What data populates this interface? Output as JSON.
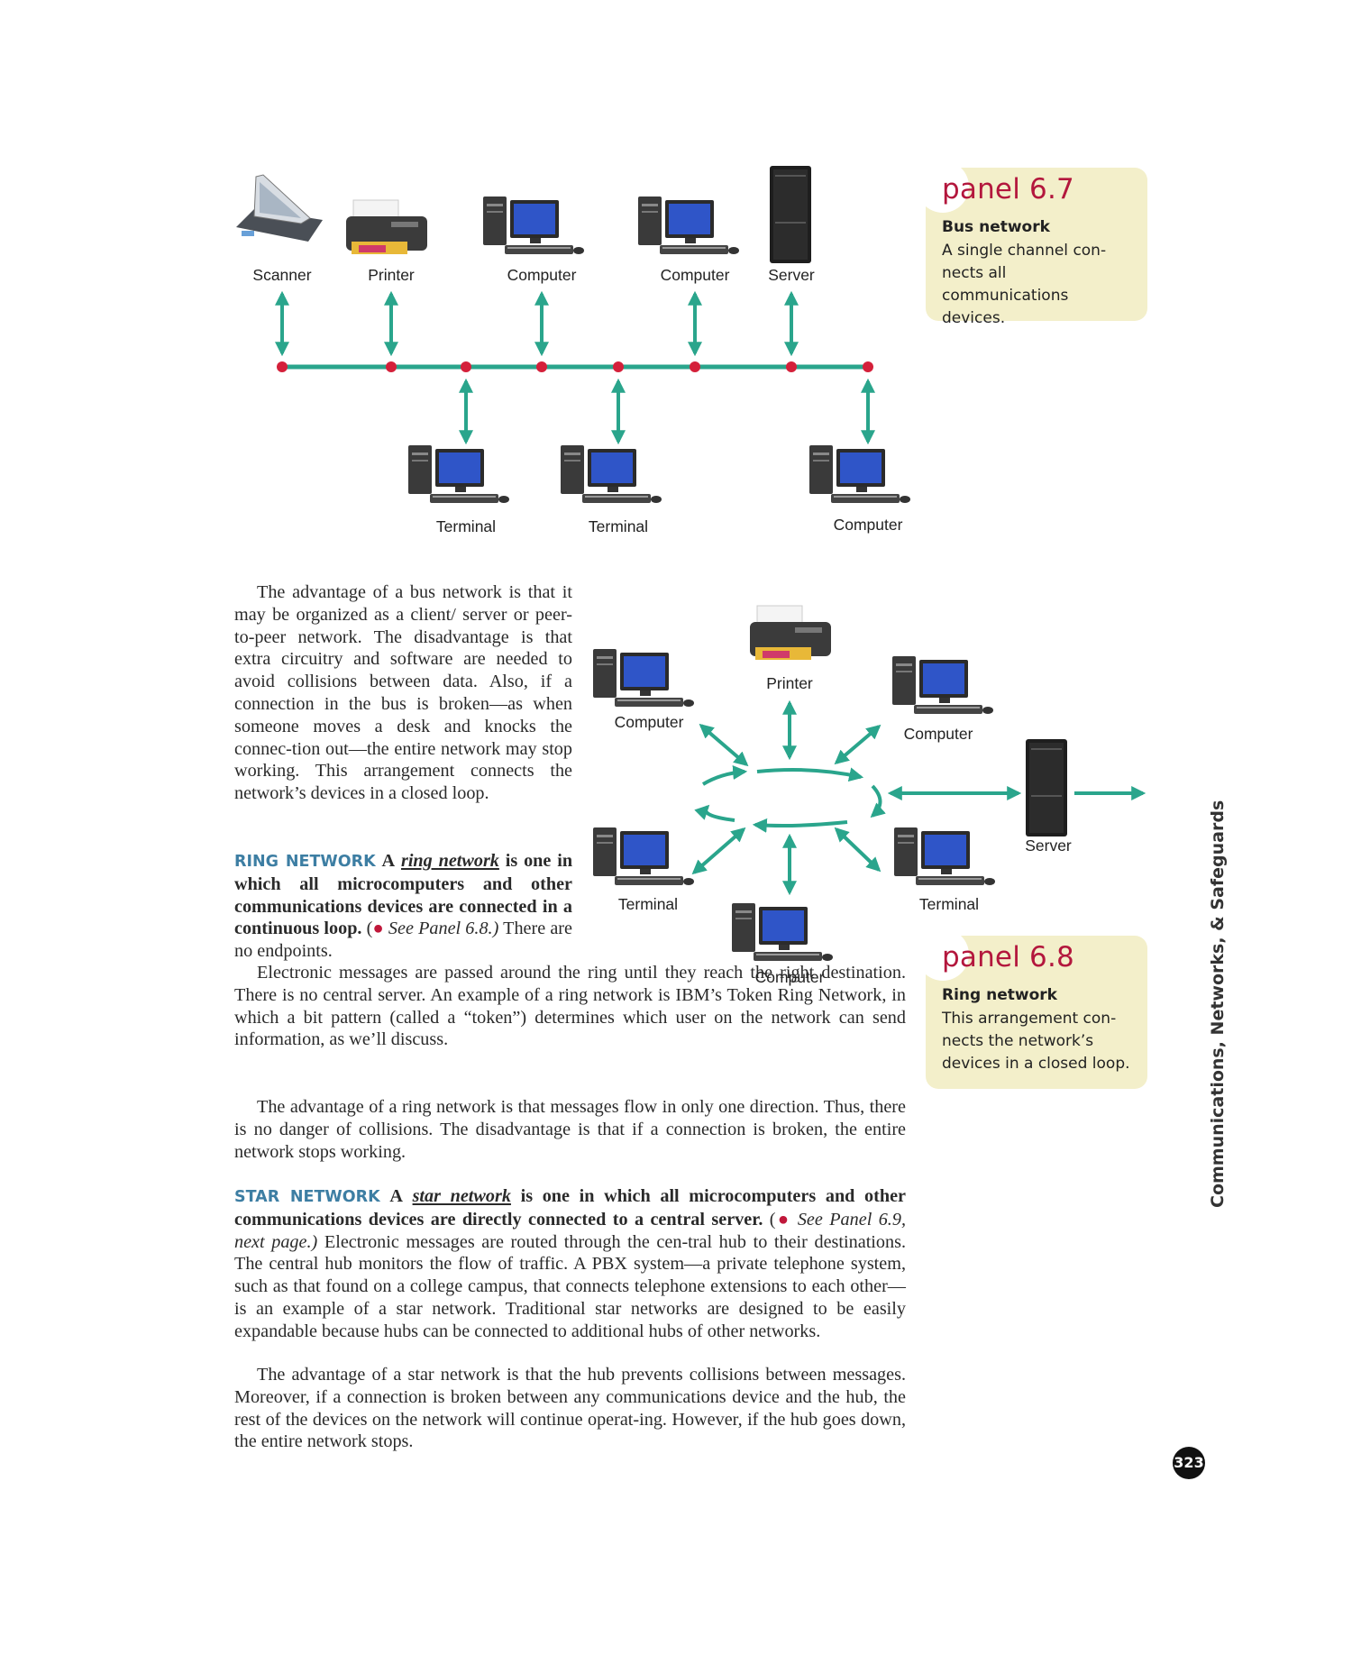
{
  "bus_diagram": {
    "top_labels": [
      "Scanner",
      "Printer",
      "Computer",
      "Computer",
      "Server"
    ],
    "bottom_labels": [
      "Terminal",
      "Terminal",
      "Computer"
    ]
  },
  "panel_6_7": {
    "title": "panel 6.7",
    "heading": "Bus network",
    "description": "A single channel con-nects all communications devices."
  },
  "ring_diagram": {
    "labels": {
      "printer": "Printer",
      "computer_left": "Computer",
      "computer_right": "Computer",
      "server": "Server",
      "terminal_left": "Terminal",
      "terminal_right": "Terminal",
      "computer_bottom": "Computer"
    }
  },
  "panel_6_8": {
    "title": "panel 6.8",
    "heading": "Ring network",
    "description": "This arrangement con-nects the network’s devices in a closed loop."
  },
  "body": {
    "p1": "The advantage of a bus network is that it may be organized as a client/ server or peer-to-peer network. The disadvantage is that extra circuitry and software are needed to avoid collisions between data. Also, if a connection in the bus is broken—as when someone moves a desk and knocks the connec-tion out—the entire network may stop working. This arrangement connects the network’s devices in a closed loop.",
    "ring_keyword": "RING NETWORK",
    "ring_a": "A",
    "ring_term": "ring network",
    "ring_def": "is one in which all microcomputers and other communications devices are connected in a continuous loop.",
    "ring_see": "See Panel 6.8.)",
    "ring_after": "There are no endpoints.",
    "p_ring2": "Electronic messages are passed around the ring until they reach the right destination. There is no central server. An example of a ring network is IBM’s Token Ring Network, in which a bit pattern (called a “token”) determines which user on the network can send information, as we’ll discuss.",
    "p_ring3": "The advantage of a ring network is that messages flow in only one direction. Thus, there is no danger of collisions. The disadvantage is that if a connection is broken, the entire network stops working.",
    "star_keyword": "STAR NETWORK",
    "star_a": "A",
    "star_term": "star network",
    "star_def": "is one in which all microcomputers and other communications devices are directly connected to a central server.",
    "star_see": "See Panel 6.9, next page.)",
    "star_after": "Electronic messages are routed through the cen-tral hub to their destinations. The central hub monitors the flow of traffic. A PBX system—a private telephone system, such as that found on a college campus, that connects telephone extensions to each other—is an example of a star network. Traditional star networks are designed to be easily expandable because hubs can be connected to additional hubs of other networks.",
    "p_star2": "The advantage of a star network is that the hub prevents collisions between messages. Moreover, if a connection is broken between any communications device and the hub, the rest of the devices on the network will continue operat-ing. However, if the hub goes down, the entire network stops."
  },
  "chapter_title": "Communications, Networks, & Safeguards",
  "page_number": "323",
  "colors": {
    "teal": "#2aa58c",
    "node_red": "#d4203a",
    "panel_bg": "#f3efca",
    "panel_title": "#b3173d",
    "keyword_blue": "#3d7ea3"
  }
}
